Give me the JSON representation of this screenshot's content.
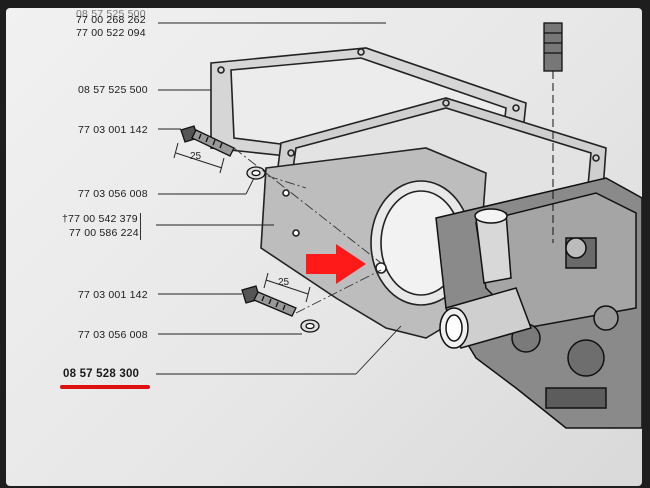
{
  "labels": {
    "top_partial": "08 57 525 500",
    "l0": "77 00 268 262",
    "l1": "77 00 522 094",
    "l2": "08 57 525 500",
    "l3": "77 03 001 142",
    "l4": "77 03 056 008",
    "l5a_mark": "†",
    "l5a": "77 00 542 379",
    "l5b": "77 00 586 224",
    "l6": "77 03 001 142",
    "l7": "77 03 056 008",
    "l8": "08 57 528 300"
  },
  "dimensions": {
    "d1": "25",
    "d2": "25"
  },
  "colors": {
    "highlight": "#e01010",
    "arrow": "#ff1a1a"
  },
  "icons": {
    "arrow": "red-arrow-icon"
  }
}
